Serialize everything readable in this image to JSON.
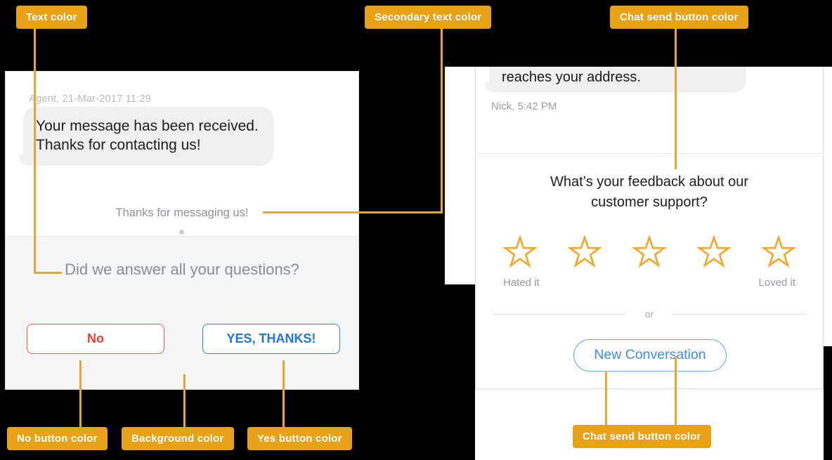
{
  "annotations": {
    "text_color_label": "Text color",
    "secondary_text_color_label": "Secondary text color",
    "chat_send_button_color_top_label": "Chat send button color",
    "no_button_color_label": "No button color",
    "background_color_label": "Background color",
    "yes_button_color_label": "Yes button color",
    "chat_send_button_color_bottom_label": "Chat send button color"
  },
  "left_chat": {
    "agent_meta": "Agent, 21-Mar-2017 11:29",
    "agent_message": "Your message has been received. Thanks for contacting us!",
    "system_message": "Thanks for messaging us!",
    "question": "Did we answer all your questions?",
    "no_button": "No",
    "yes_button": "YES, THANKS!"
  },
  "right_chat": {
    "bubble_text": "reaches your address.",
    "user_meta": "Nick, 5:42 PM",
    "feedback_question": "What’s your feedback about our customer support?",
    "rating": {
      "star_count": 5,
      "low_label": "Hated it",
      "high_label": "Loved it"
    },
    "or_text": "or",
    "new_conversation_button": "New Conversation"
  },
  "colors": {
    "annotation_label_bg": "#e8a217",
    "annotation_line": "#f0a42b",
    "text_color": "#1d1d1f",
    "secondary_text_color": "#8f9297",
    "no_button_color": "#f13c31",
    "yes_button_color": "#1c76e3",
    "background_color": "#f4f5f7",
    "chat_send_button_color": "#3b8bf5",
    "star_color": "#f7a427"
  }
}
